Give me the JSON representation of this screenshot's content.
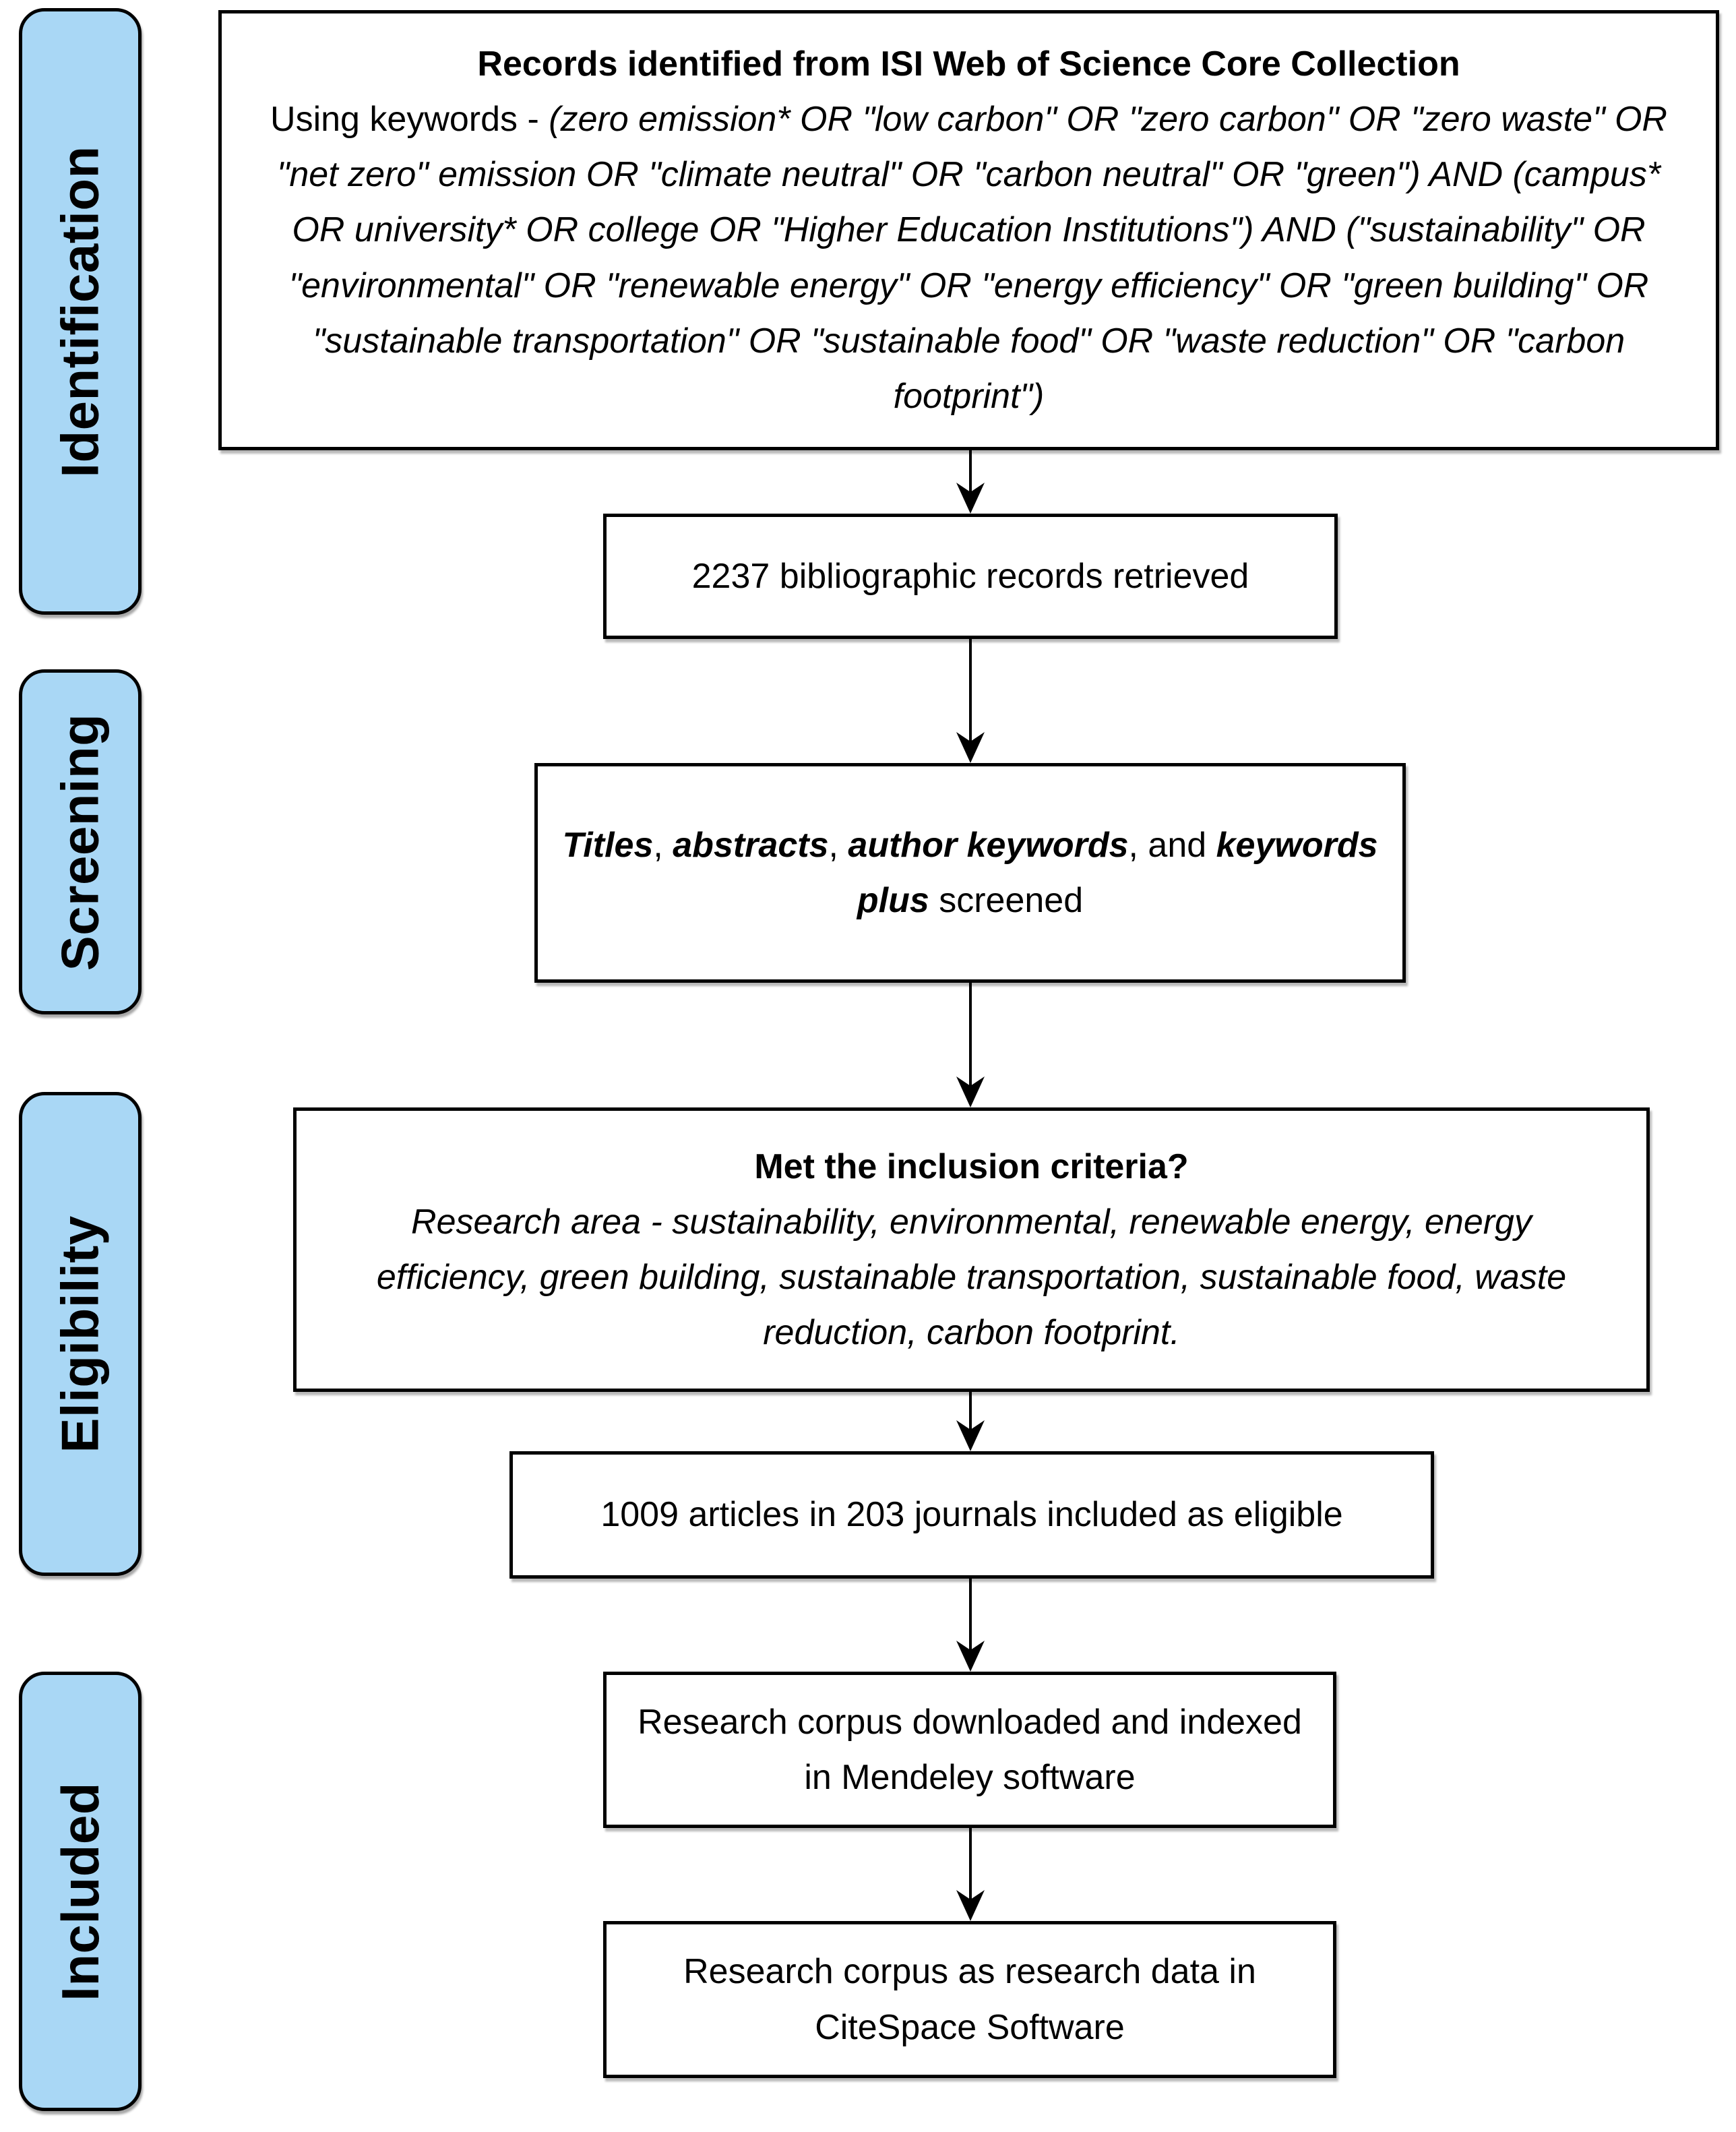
{
  "colors": {
    "stage_fill": "#A9D7F5",
    "stroke": "#000000",
    "box_fill": "#FFFFFF"
  },
  "sidebar": {
    "stages": [
      {
        "label": "Identification"
      },
      {
        "label": "Screening"
      },
      {
        "label": "Eligibility"
      },
      {
        "label": "Included"
      }
    ]
  },
  "flow": {
    "records_box": {
      "title": "Records identified from ISI Web of Science Core Collection",
      "keywords_prefix": "Using keywords - ",
      "keywords_query": "(zero emission* OR \"low carbon\" OR \"zero carbon\" OR \"zero waste\" OR \"net zero\" emission OR \"climate neutral\" OR \"carbon neutral\" OR \"green\") AND (campus* OR university* OR college OR \"Higher Education Institutions\") AND (\"sustainability\" OR \"environmental\" OR \"renewable energy\" OR \"energy efficiency\" OR \"green building\" OR \"sustainable transportation\" OR \"sustainable food\" OR \"waste reduction\" OR \"carbon footprint\")"
    },
    "retrieved_box": {
      "text": "2237 bibliographic records retrieved"
    },
    "screened_box": {
      "segments": [
        {
          "text": "Titles",
          "bold_italic": true
        },
        {
          "text": ", ",
          "bold_italic": false
        },
        {
          "text": "abstracts",
          "bold_italic": true
        },
        {
          "text": ", ",
          "bold_italic": false
        },
        {
          "text": "author keywords",
          "bold_italic": true
        },
        {
          "text": ", and ",
          "bold_italic": false
        },
        {
          "text": "keywords plus",
          "bold_italic": true
        },
        {
          "text": " screened",
          "bold_italic": false
        }
      ]
    },
    "criteria_box": {
      "title": "Met the inclusion criteria?",
      "body": "Research area - sustainability, environmental, renewable energy, energy efficiency, green building, sustainable transportation, sustainable food, waste reduction, carbon footprint."
    },
    "eligible_box": {
      "text": "1009 articles in 203 journals included as eligible"
    },
    "mendeley_box": {
      "text": "Research corpus downloaded and indexed in Mendeley software"
    },
    "citespace_box": {
      "text": "Research corpus as research data in CiteSpace Software"
    }
  }
}
